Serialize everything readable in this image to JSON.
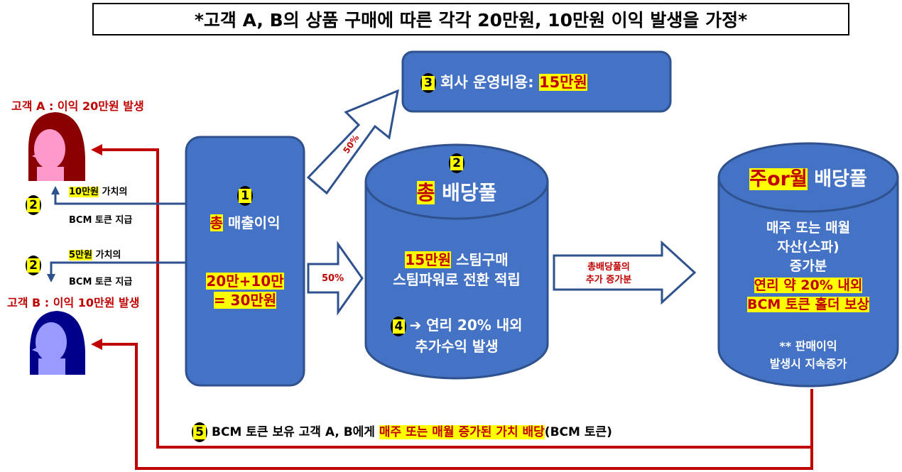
{
  "title": "*고객 A, B의 상품 구매에 따른 각각 20만원, 10만원 이익 발생을 가정*",
  "customer_a": {
    "label": "고객 A : 이익 20만원 발생",
    "badge": "2",
    "value_hl": "10만원",
    "value_suffix": " 가치의",
    "token_text": "BCM 토큰 지급"
  },
  "customer_b": {
    "label": "고객 B : 이익 10만원 발생",
    "badge": "2",
    "value_hl": "5만원",
    "value_suffix": " 가치의",
    "token_text": "BCM 토큰 지급"
  },
  "revenue_box": {
    "badge": "1",
    "hl": "총",
    "label": " 매출이익",
    "formula_line1": "20만+10만",
    "formula_line2": "= 30만원"
  },
  "cost_box": {
    "badge": "3",
    "label": "회사 운영비용: ",
    "value": "15만원"
  },
  "arrow_up_label": "50%",
  "arrow_right_label": "50%",
  "total_pool": {
    "badge": "2",
    "hl": "총",
    "label": " 배당풀",
    "line1_hl": "15만원",
    "line1_rest": " 스팀구매",
    "line2": "스팀파워로 전환 적립",
    "badge4": "4",
    "line3": "➔ 연리 20% 내외",
    "line4": "추가수익 발생"
  },
  "middle_arrow_label1": "총배당풀의",
  "middle_arrow_label2": "추가 증가분",
  "weekly_pool": {
    "hl": "주or월",
    "label": " 배당풀",
    "line1": "매주 또는 매월",
    "line2": "자산(스파)",
    "line3": "증가분",
    "line4": "연리 약 20% 내외",
    "line5": "BCM 토큰 홀더 보상",
    "line6": "** 판매이익",
    "line7": "발생시 지속증가"
  },
  "bottom_note": {
    "badge": "5",
    "prefix": "BCM 토큰 보유 고객 A, B에게 ",
    "hl": "매주 또는 매월 증가된 가치 배당",
    "suffix": "(BCM 토큰)"
  },
  "colors": {
    "box_fill": "#4472c4",
    "box_stroke": "#2f528f",
    "red": "#c00000",
    "highlight": "#ffff00",
    "customer_a": "#8b0000",
    "customer_b": "#00008b"
  }
}
